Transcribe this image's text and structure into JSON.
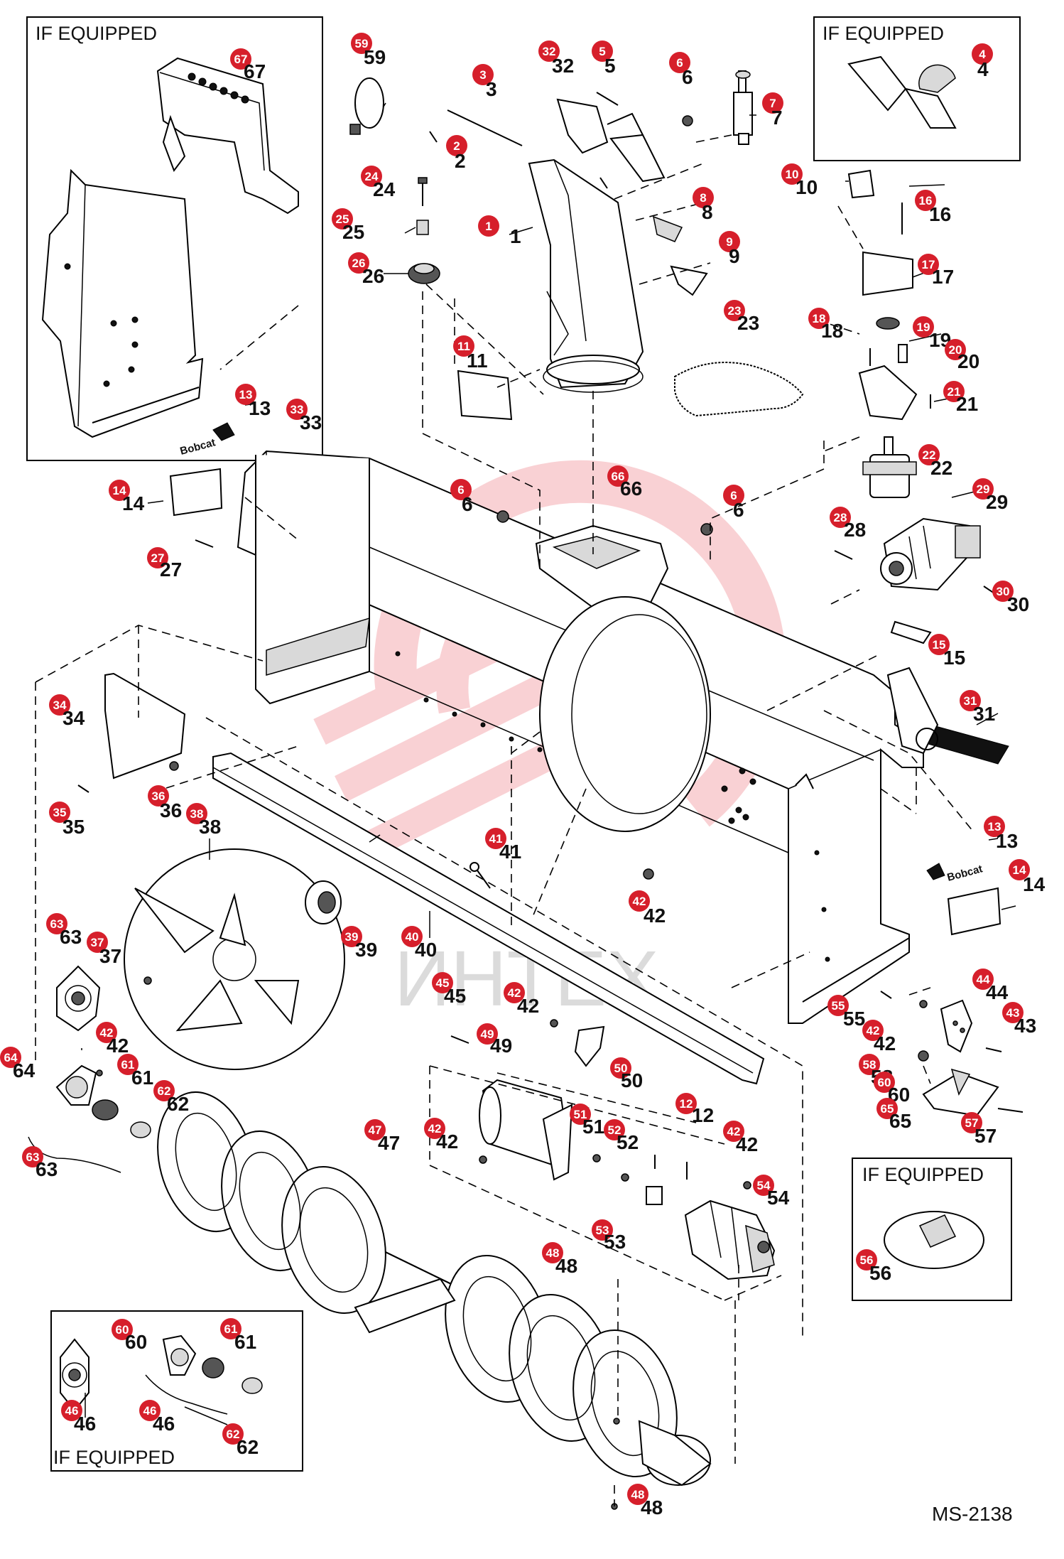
{
  "if_equipped_label": "IF EQUIPPED",
  "drawing_id": "MS-2138",
  "watermark_text": "ИНТЕХ",
  "brand_decal_text": "Bobcat",
  "colors": {
    "callout": "#d61f2b",
    "watermark": "#e21f2e",
    "line": "#000000",
    "background": "#ffffff"
  },
  "callouts": [
    {
      "id": "c1",
      "num": "1",
      "label": "1"
    },
    {
      "id": "c2",
      "num": "2",
      "label": "2"
    },
    {
      "id": "c3",
      "num": "3",
      "label": "3"
    },
    {
      "id": "c4",
      "num": "4",
      "label": "4"
    },
    {
      "id": "c5",
      "num": "5",
      "label": "5"
    },
    {
      "id": "c6a",
      "num": "6",
      "label": "6"
    },
    {
      "id": "c6b",
      "num": "6",
      "label": "6"
    },
    {
      "id": "c6c",
      "num": "6",
      "label": "6"
    },
    {
      "id": "c7",
      "num": "7",
      "label": "7"
    },
    {
      "id": "c8",
      "num": "8",
      "label": "8"
    },
    {
      "id": "c9",
      "num": "9",
      "label": "9"
    },
    {
      "id": "c10",
      "num": "10",
      "label": "10"
    },
    {
      "id": "c11",
      "num": "11",
      "label": "11"
    },
    {
      "id": "c12",
      "num": "12",
      "label": "12"
    },
    {
      "id": "c13a",
      "num": "13",
      "label": "13"
    },
    {
      "id": "c13b",
      "num": "13",
      "label": "13"
    },
    {
      "id": "c14a",
      "num": "14",
      "label": "14"
    },
    {
      "id": "c14b",
      "num": "14",
      "label": "14"
    },
    {
      "id": "c15",
      "num": "15",
      "label": "15"
    },
    {
      "id": "c16",
      "num": "16",
      "label": "16"
    },
    {
      "id": "c17",
      "num": "17",
      "label": "17"
    },
    {
      "id": "c18",
      "num": "18",
      "label": "18"
    },
    {
      "id": "c19",
      "num": "19",
      "label": "19"
    },
    {
      "id": "c20",
      "num": "20",
      "label": "20"
    },
    {
      "id": "c21",
      "num": "21",
      "label": "21"
    },
    {
      "id": "c22",
      "num": "22",
      "label": "22"
    },
    {
      "id": "c23",
      "num": "23",
      "label": "23"
    },
    {
      "id": "c24",
      "num": "24",
      "label": "24"
    },
    {
      "id": "c25",
      "num": "25",
      "label": "25"
    },
    {
      "id": "c26",
      "num": "26",
      "label": "26"
    },
    {
      "id": "c27",
      "num": "27",
      "label": "27"
    },
    {
      "id": "c28",
      "num": "28",
      "label": "28"
    },
    {
      "id": "c29",
      "num": "29",
      "label": "29"
    },
    {
      "id": "c30",
      "num": "30",
      "label": "30"
    },
    {
      "id": "c31",
      "num": "31",
      "label": "31"
    },
    {
      "id": "c32",
      "num": "32",
      "label": "32"
    },
    {
      "id": "c33",
      "num": "33",
      "label": "33"
    },
    {
      "id": "c34",
      "num": "34",
      "label": "34"
    },
    {
      "id": "c35",
      "num": "35",
      "label": "35"
    },
    {
      "id": "c36",
      "num": "36",
      "label": "36"
    },
    {
      "id": "c37",
      "num": "37",
      "label": "37"
    },
    {
      "id": "c38",
      "num": "38",
      "label": "38"
    },
    {
      "id": "c39",
      "num": "39",
      "label": "39"
    },
    {
      "id": "c40",
      "num": "40",
      "label": "40"
    },
    {
      "id": "c41",
      "num": "41",
      "label": "41"
    },
    {
      "id": "c42a",
      "num": "42",
      "label": "42"
    },
    {
      "id": "c42b",
      "num": "42",
      "label": "42"
    },
    {
      "id": "c42c",
      "num": "42",
      "label": "42"
    },
    {
      "id": "c42d",
      "num": "42",
      "label": "42"
    },
    {
      "id": "c42e",
      "num": "42",
      "label": "42"
    },
    {
      "id": "c42f",
      "num": "42",
      "label": "42"
    },
    {
      "id": "c43",
      "num": "43",
      "label": "43"
    },
    {
      "id": "c44",
      "num": "44",
      "label": "44"
    },
    {
      "id": "c45",
      "num": "45",
      "label": "45"
    },
    {
      "id": "c46a",
      "num": "46",
      "label": "46"
    },
    {
      "id": "c46b",
      "num": "46",
      "label": "46"
    },
    {
      "id": "c47",
      "num": "47",
      "label": "47"
    },
    {
      "id": "c48a",
      "num": "48",
      "label": "48"
    },
    {
      "id": "c48b",
      "num": "48",
      "label": "48"
    },
    {
      "id": "c49",
      "num": "49",
      "label": "49"
    },
    {
      "id": "c50",
      "num": "50",
      "label": "50"
    },
    {
      "id": "c51",
      "num": "51",
      "label": "51"
    },
    {
      "id": "c52",
      "num": "52",
      "label": "52"
    },
    {
      "id": "c53",
      "num": "53",
      "label": "53"
    },
    {
      "id": "c54",
      "num": "54",
      "label": "54"
    },
    {
      "id": "c55",
      "num": "55",
      "label": "55"
    },
    {
      "id": "c56",
      "num": "56",
      "label": "56"
    },
    {
      "id": "c57",
      "num": "57",
      "label": "57"
    },
    {
      "id": "c58",
      "num": "58",
      "label": "58"
    },
    {
      "id": "c59",
      "num": "59",
      "label": "59"
    },
    {
      "id": "c60a",
      "num": "60",
      "label": "60"
    },
    {
      "id": "c60b",
      "num": "60",
      "label": "60"
    },
    {
      "id": "c61a",
      "num": "61",
      "label": "61"
    },
    {
      "id": "c61b",
      "num": "61",
      "label": "61"
    },
    {
      "id": "c62a",
      "num": "62",
      "label": "62"
    },
    {
      "id": "c62b",
      "num": "62",
      "label": "62"
    },
    {
      "id": "c63a",
      "num": "63",
      "label": "63"
    },
    {
      "id": "c63b",
      "num": "63",
      "label": "63"
    },
    {
      "id": "c64",
      "num": "64",
      "label": "64"
    },
    {
      "id": "c65",
      "num": "65",
      "label": "65"
    },
    {
      "id": "c66",
      "num": "66",
      "label": "66"
    },
    {
      "id": "c67",
      "num": "67",
      "label": "67"
    }
  ]
}
